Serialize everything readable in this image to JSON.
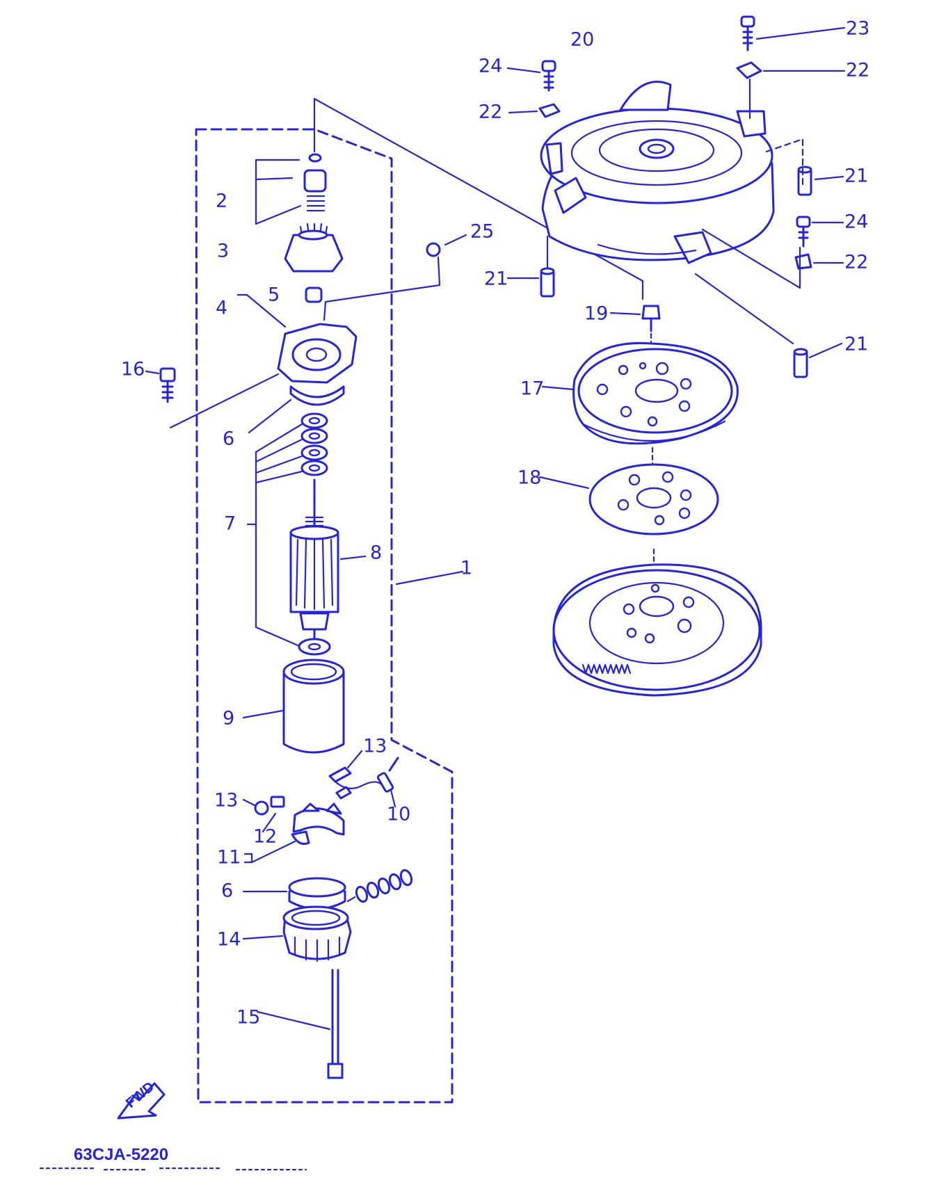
{
  "colors": {
    "ink": "#2323e6",
    "paper": "#ffffff"
  },
  "diagram_code": "63CJA-5220",
  "direction_label": "FWD",
  "callouts": {
    "p1": "1",
    "p2": "2",
    "p3": "3",
    "p4": "4",
    "p5": "5",
    "p6a": "6",
    "p6b": "6",
    "p7": "7",
    "p8": "8",
    "p9": "9",
    "p10": "10",
    "p11": "11",
    "p12": "12",
    "p13a": "13",
    "p13b": "13",
    "p14": "14",
    "p15": "15",
    "p16": "16",
    "p17": "17",
    "p18": "18",
    "p19": "19",
    "p20": "20",
    "p21a": "21",
    "p21b": "21",
    "p21c": "21",
    "p22a": "22",
    "p22b": "22",
    "p22c": "22",
    "p23": "23",
    "p24a": "24",
    "p24b": "24",
    "p25": "25"
  }
}
